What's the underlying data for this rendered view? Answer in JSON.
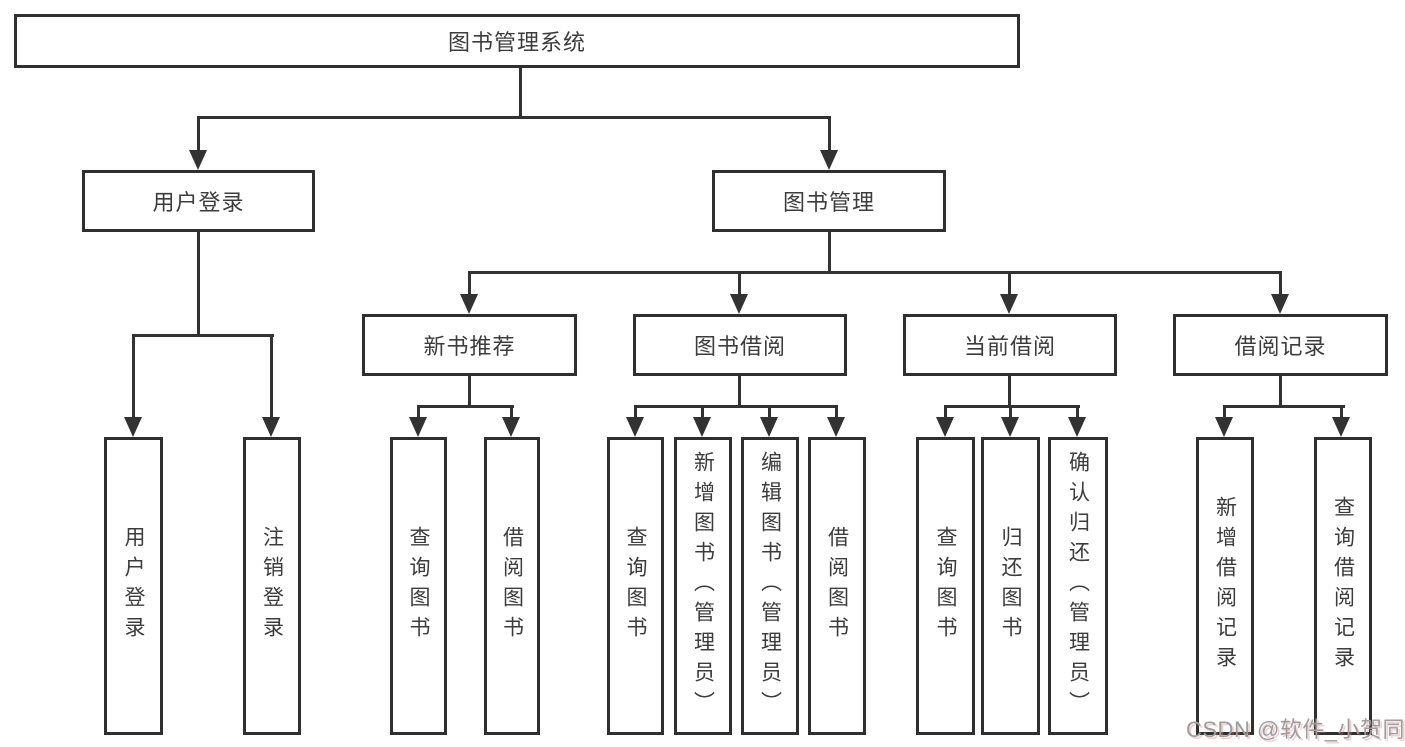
{
  "diagram": {
    "root": {
      "label": "图书管理系统",
      "children": [
        {
          "label": "用户登录",
          "children": [
            {
              "label": "用户登录"
            },
            {
              "label": "注销登录"
            }
          ]
        },
        {
          "label": "图书管理",
          "children": [
            {
              "label": "新书推荐",
              "children": [
                {
                  "label": "查询图书"
                },
                {
                  "label": "借阅图书"
                }
              ]
            },
            {
              "label": "图书借阅",
              "children": [
                {
                  "label": "查询图书"
                },
                {
                  "label": "新增图书（管理员）"
                },
                {
                  "label": "编辑图书（管理员）"
                },
                {
                  "label": "借阅图书"
                }
              ]
            },
            {
              "label": "当前借阅",
              "children": [
                {
                  "label": "查询图书"
                },
                {
                  "label": "归还图书"
                },
                {
                  "label": "确认归还（管理员）"
                }
              ]
            },
            {
              "label": "借阅记录",
              "children": [
                {
                  "label": "新增借阅记录"
                },
                {
                  "label": "查询借阅记录"
                }
              ]
            }
          ]
        }
      ]
    }
  },
  "watermark": {
    "text": "CSDN @软件_小贺同学"
  },
  "colors": {
    "line": "#323232",
    "border": "#2f2f2f",
    "text": "#3c3c3c",
    "watermark": "#9d9d9d",
    "background": "#ffffff"
  }
}
